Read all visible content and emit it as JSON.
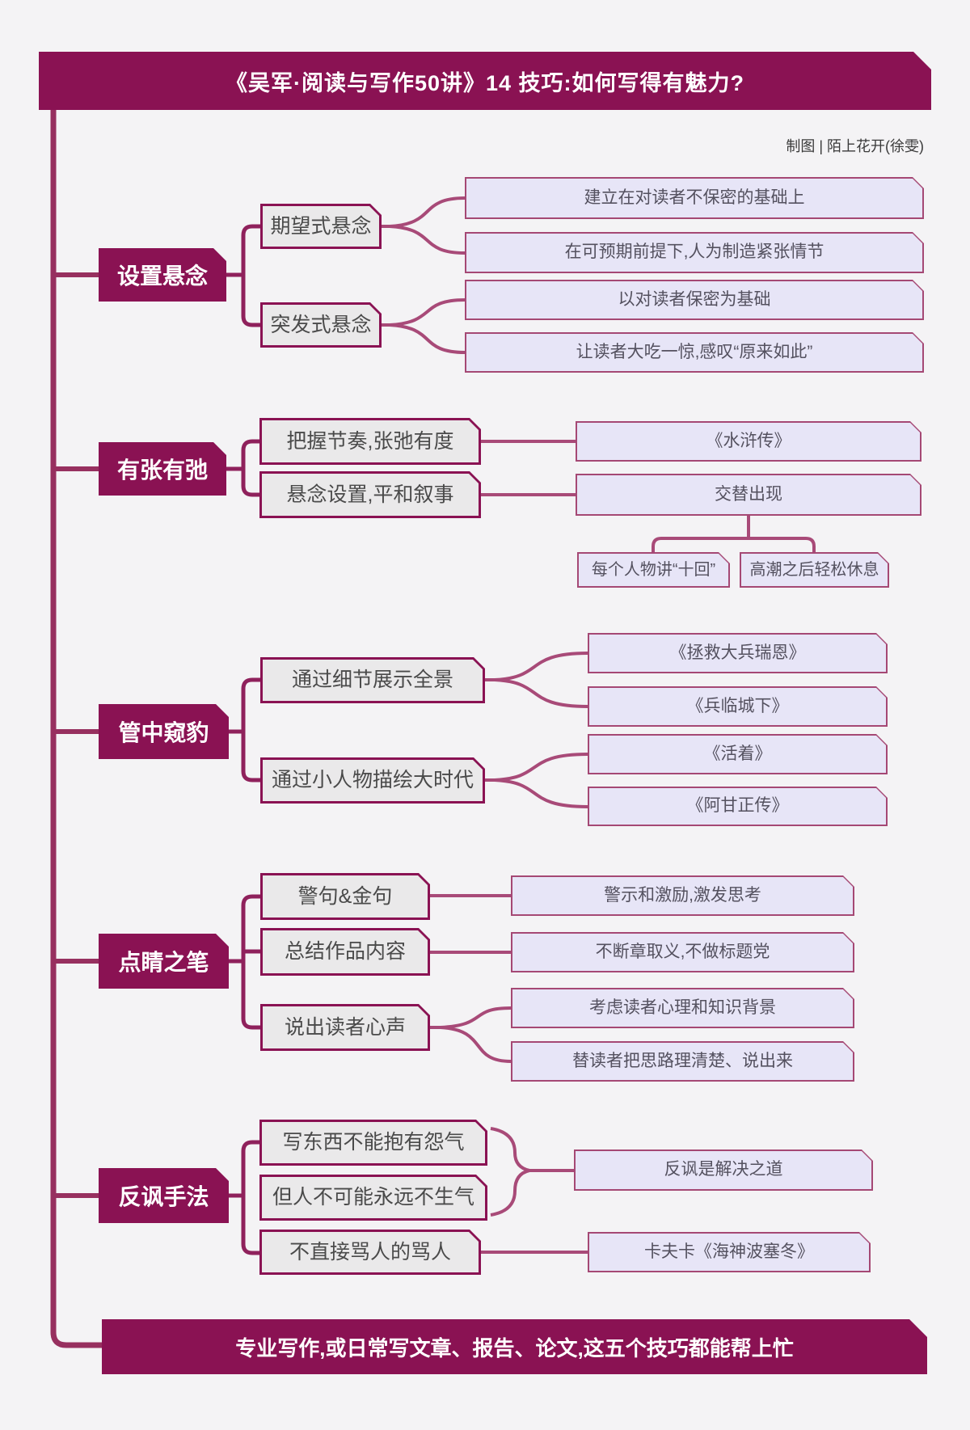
{
  "header": {
    "title": "《吴军·阅读与写作50讲》14 技巧:如何写得有魅力?",
    "credit": "制图 | 陌上花开(徐雯)"
  },
  "footer": {
    "text": "专业写作,或日常写文章、报告、论文,这五个技巧都能帮上忙"
  },
  "colors": {
    "background": "#f4f3f5",
    "primary": "#8a1253",
    "connector_dark": "#8f215c",
    "connector_rose": "#a84a78",
    "l2_fill": "#eae9ea",
    "leaf_fill": "#e7e5f7",
    "leaf_border": "#a54874"
  },
  "sections": [
    {
      "label": "设置悬念",
      "children": [
        {
          "label": "期望式悬念",
          "leaves": [
            "建立在对读者不保密的基础上",
            "在可预期前提下,人为制造紧张情节"
          ]
        },
        {
          "label": "突发式悬念",
          "leaves": [
            "以对读者保密为基础",
            "让读者大吃一惊,感叹“原来如此”"
          ]
        }
      ]
    },
    {
      "label": "有张有弛",
      "children": [
        {
          "label": "把握节奏,张弛有度",
          "leaves": [
            "《水浒传》"
          ]
        },
        {
          "label": "悬念设置,平和叙事",
          "leaves": [
            "交替出现"
          ],
          "subleaves": [
            "每个人物讲“十回”",
            "高潮之后轻松休息"
          ]
        }
      ]
    },
    {
      "label": "管中窥豹",
      "children": [
        {
          "label": "通过细节展示全景",
          "leaves": [
            "《拯救大兵瑞恩》",
            "《兵临城下》"
          ]
        },
        {
          "label": "通过小人物描绘大时代",
          "leaves": [
            "《活着》",
            "《阿甘正传》"
          ]
        }
      ]
    },
    {
      "label": "点睛之笔",
      "children": [
        {
          "label": "警句&金句",
          "leaves": [
            "警示和激励,激发思考"
          ]
        },
        {
          "label": "总结作品内容",
          "leaves": [
            "不断章取义,不做标题党"
          ]
        },
        {
          "label": "说出读者心声",
          "leaves": [
            "考虑读者心理和知识背景",
            "替读者把思路理清楚、说出来"
          ]
        }
      ]
    },
    {
      "label": "反讽手法",
      "shared_leaf": "反讽是解决之道",
      "children": [
        {
          "label": "写东西不能抱有怨气",
          "leaves": []
        },
        {
          "label": "但人不可能永远不生气",
          "leaves": []
        },
        {
          "label": "不直接骂人的骂人",
          "leaves": [
            "卡夫卡《海神波塞冬》"
          ]
        }
      ]
    }
  ]
}
